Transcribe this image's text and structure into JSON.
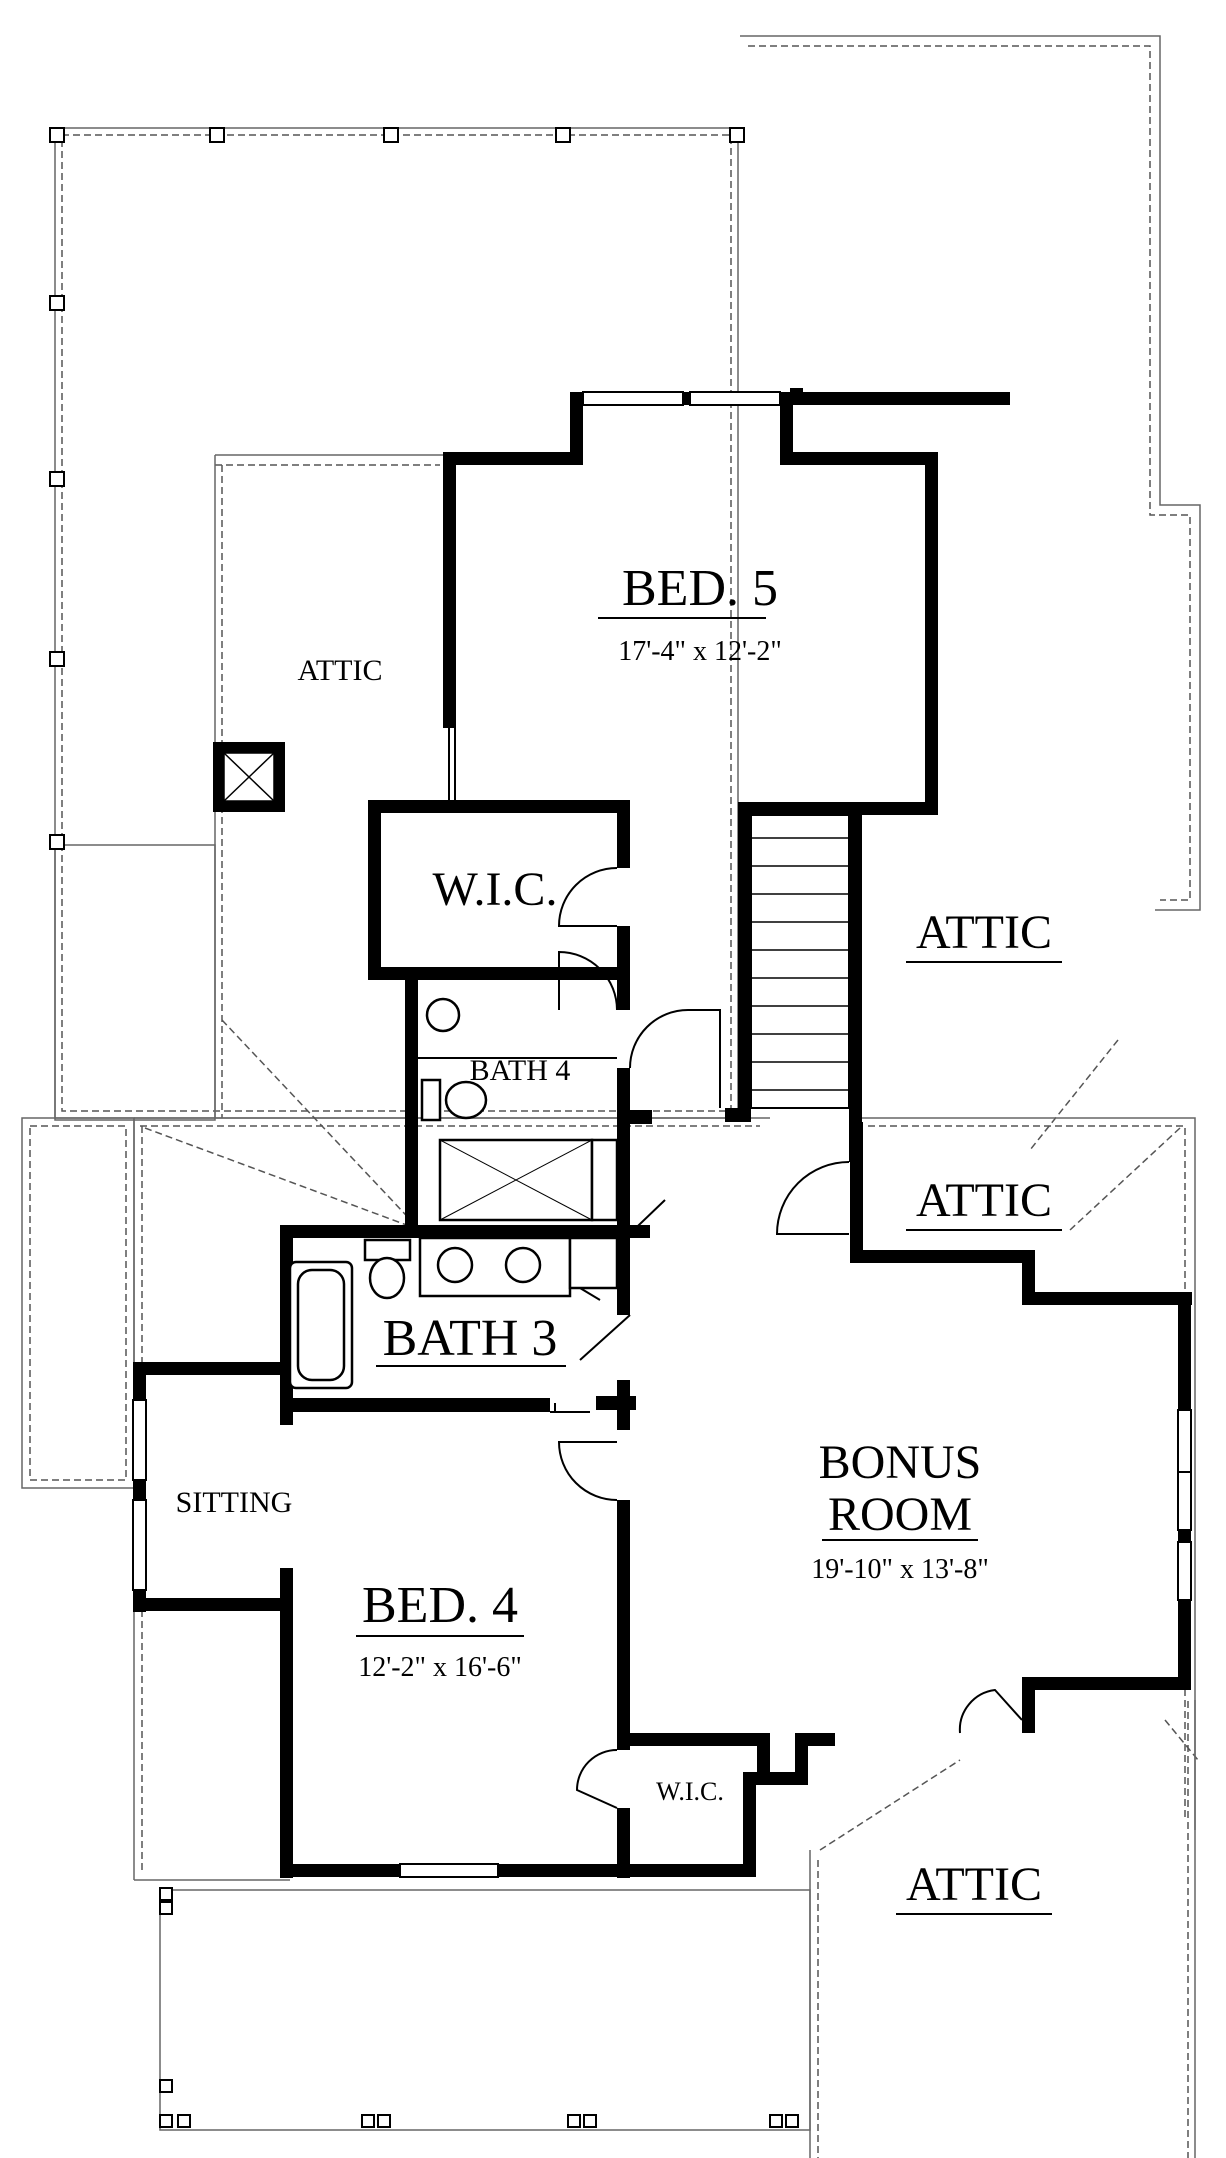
{
  "plan": {
    "rooms": {
      "bed5": {
        "name": "BED. 5",
        "size": "17'-4\" x 12'-2\""
      },
      "bed4": {
        "name": "BED. 4",
        "size": "12'-2\" x 16'-6\""
      },
      "bonus": {
        "name_line1": "BONUS",
        "name_line2": "ROOM",
        "size": "19'-10\" x 13'-8\""
      },
      "bath3": {
        "name": "BATH 3"
      },
      "bath4": {
        "name": "BATH 4"
      },
      "wic_upper": {
        "name": "W.I.C."
      },
      "wic_lower": {
        "name": "W.I.C."
      },
      "sitting": {
        "name": "SITTING"
      },
      "attic_upper_left": {
        "name": "ATTIC"
      },
      "attic_right": {
        "name": "ATTIC"
      },
      "attic_middle_right": {
        "name": "ATTIC"
      },
      "attic_lower_right": {
        "name": "ATTIC"
      }
    }
  }
}
